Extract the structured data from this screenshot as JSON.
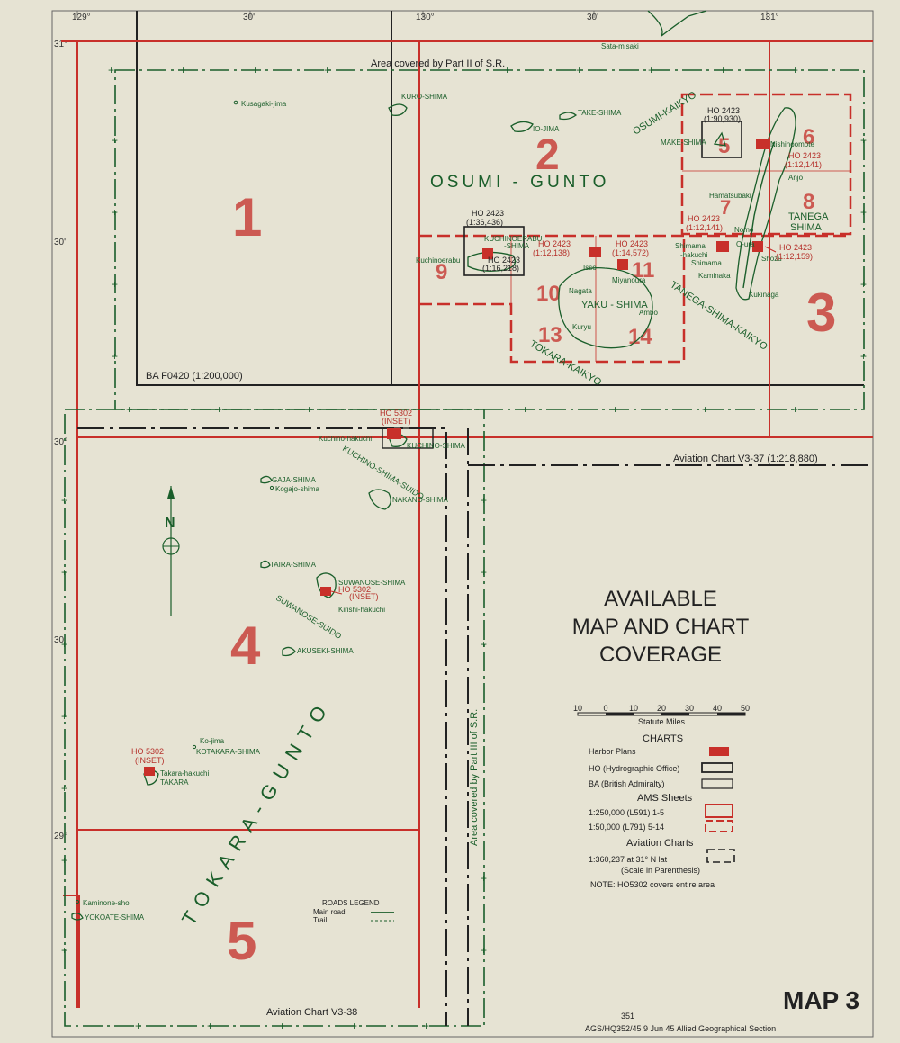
{
  "title": {
    "line1": "AVAILABLE",
    "line2": "MAP AND CHART",
    "line3": "COVERAGE"
  },
  "map_number": "MAP 3",
  "footer": {
    "page": "351",
    "credit": "AGS/HQ352/45   9 Jun 45    Allied Geographical Section"
  },
  "ticks": {
    "top": [
      "129°",
      "30'",
      "130°",
      "30'",
      "131°"
    ],
    "left": [
      "31°",
      "30'",
      "30°",
      "30'",
      "29°"
    ]
  },
  "north": "N",
  "scale": {
    "labels": [
      "10",
      "0",
      "10",
      "20",
      "30",
      "40",
      "50"
    ],
    "unit": "Statute Miles"
  },
  "legend": {
    "charts_heading": "CHARTS",
    "harbor": "Harbor Plans",
    "ho": "HO (Hydrographic Office)",
    "ba": "BA (British Admiralty)",
    "ams_heading": "AMS Sheets",
    "ams1": "1:250,000 (L591) 1-5",
    "ams2": "1:50,000 (L791) 5-14",
    "aviation_heading": "Aviation Charts",
    "aviation1": "1:360,237 at 31° N lat",
    "aviation2": "(Scale in Parenthesis)",
    "note": "NOTE: HO5302 covers entire area"
  },
  "roads_legend": {
    "heading": "ROADS LEGEND",
    "main": "Main road",
    "trail": "Trail"
  },
  "regions": {
    "osumi": "OSUMI - GUNTO",
    "tokara": "T O K A R A  -  G U N T O",
    "yaku": "YAKU - SHIMA",
    "tanega": "TANEGA",
    "tanega2": "SHIMA"
  },
  "straits": {
    "osumi_kaikyo": "OSUMI-KAIKYO",
    "tanega_kaikyo": "TANEGA-SHIMA-KAIKYO",
    "tokara_kaikyo": "TOKARA-KAIKYO",
    "kuchino_suido": "KUCHINO-SHIMA-SUIDO",
    "suwanose_suido": "SUWANOSE-SUIDO"
  },
  "coverage_labels": {
    "part2": "Area    covered    by    Part II    of    S.R.",
    "part3": "Area   covered   by   Part III   of   S.R.",
    "ba_f0420": "BA  F0420 (1:200,000)",
    "v3_37": "Aviation Chart  V3-37  (1:218,880)",
    "v3_38": "Aviation Chart  V3-38"
  },
  "places": {
    "kusagaki": "Kusagaki-jima",
    "kuro": "KURO-SHIMA",
    "take": "TAKE-SHIMA",
    "io": "IO-JIMA",
    "sata": "Sata-misaki",
    "make": "MAKE-SHIMA",
    "nishinoomote": "Nishinoomote",
    "anjo": "Anjo",
    "hamatsubaki": "Hamatsubaki",
    "shimama_hakuchi": "Shimama",
    "shimama_hakuchi2": "-hakuchi",
    "shimama": "Shimama",
    "nomo": "Nomo",
    "oura": "O-ura",
    "shiozu": "Shozu",
    "kaminaka": "Kaminaka",
    "kukinaga": "Kukinaga",
    "kuchinoerabu": "KUCHINOERABU",
    "kuchinoerabu2": "-SHIMA",
    "kuchinoerabu_town": "Kuchinoerabu",
    "isso": "Isso",
    "miyanoura": "Miyanoura",
    "nagata": "Nagata",
    "ambo": "Ambo",
    "kuryu": "Kuryu",
    "kuchino_hakuchi": "Kuchino-hakuchi",
    "kuchino": "KUCHINO-SHIMA",
    "gaja": "GAJA-SHIMA",
    "kogajo": "Kogajo-shima",
    "nakano": "NAKANO-SHIMA",
    "taira": "TAIRA-SHIMA",
    "suwanose": "SUWANOSE-SHIMA",
    "kirishi": "Kirishi-hakuchi",
    "akuseki": "AKUSEKI-SHIMA",
    "kojima": "Ko-jima",
    "kotakara": "KOTAKARA-SHIMA",
    "takara_hakuchi": "Takara-hakuchi",
    "takara": "TAKARA",
    "kaminone": "Kaminone-sho",
    "yokoate": "YOKOATE-SHIMA"
  },
  "chart_labels": {
    "ho2423_a": "HO 2423",
    "ho2423_a_s": "(1:90,930)",
    "ho2423_b": "HO 2423",
    "ho2423_b_s": "(1:12,141)",
    "ho2423_c": "HO 2423",
    "ho2423_c_s": "(1:36,436)",
    "ho2423_d": "HO 2423",
    "ho2423_d_s": "(1:16,218)",
    "ho2423_e": "HO 2423",
    "ho2423_e_s": "(1:12,138)",
    "ho2423_f": "HO 2423",
    "ho2423_f_s": "(1:14,572)",
    "ho2423_g": "HO 2423",
    "ho2423_g_s": "(1:12,141)",
    "ho2423_h": "HO 2423",
    "ho2423_h_s": "(1:12,159)",
    "ho5302_a": "HO 5302",
    "ho5302_a_s": "(INSET)",
    "ho5302_b": "HO 5302",
    "ho5302_b_s": "(INSET)",
    "ho5302_c": "HO 5302",
    "ho5302_c_s": "(INSET)"
  },
  "sheets": [
    "1",
    "2",
    "3",
    "4",
    "5",
    "6",
    "7",
    "8",
    "9",
    "10",
    "11",
    "13",
    "14",
    "5"
  ],
  "colors": {
    "paper": "#e6e3d3",
    "red": "#c8302a",
    "green": "#1a5e2a",
    "black": "#222222"
  }
}
